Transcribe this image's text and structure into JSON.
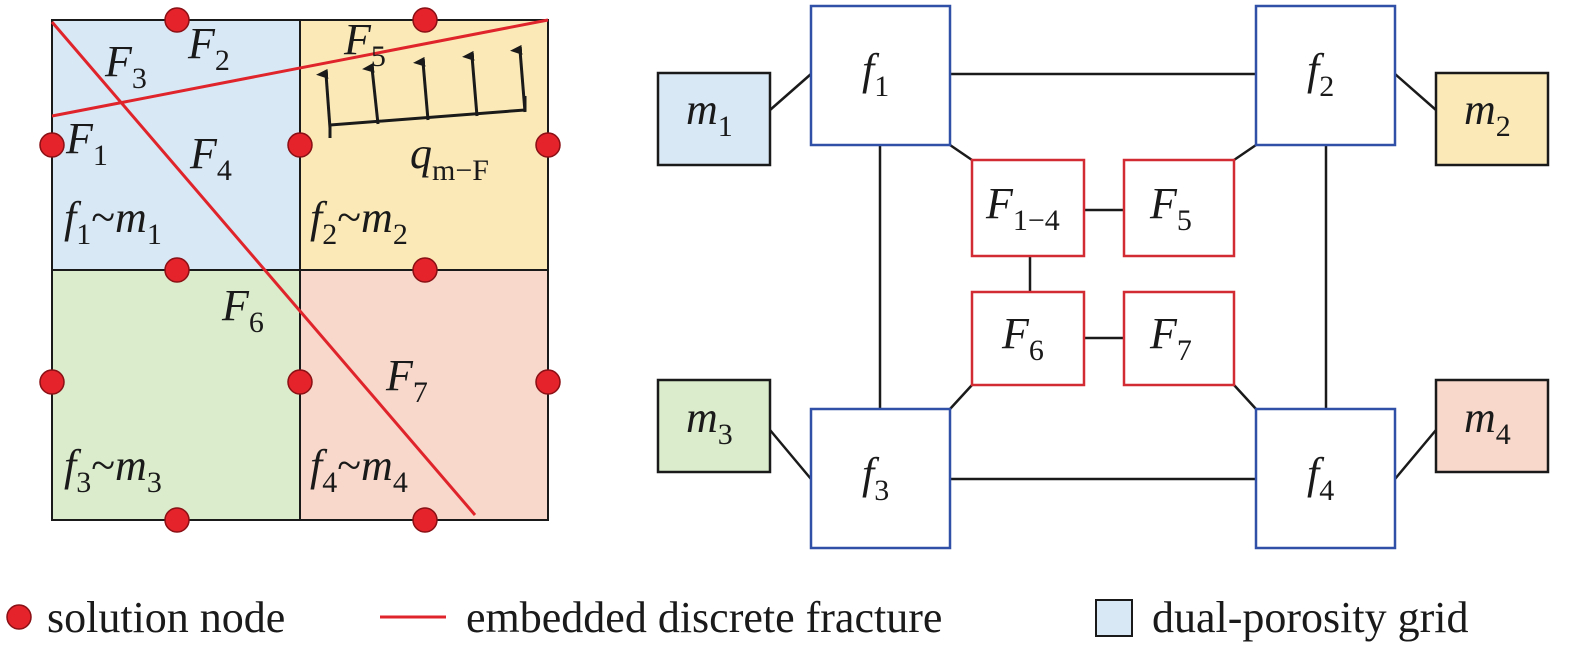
{
  "colors": {
    "cell_m1": "#d9e8f5",
    "cell_m2": "#fbeab8",
    "cell_m3": "#daeccb",
    "cell_m4": "#f7d8ca",
    "grid_line": "#1a1a1a",
    "fracture": "#e0242b",
    "node": "#e4232a",
    "fracture_box": "#d22b33",
    "matrix_fracture_box": "#3050a8"
  },
  "grid": {
    "cells": {
      "top_left": {
        "main": "f",
        "sub": "1",
        "sep": "~",
        "main2": "m",
        "sub2": "1"
      },
      "top_right": {
        "main": "f",
        "sub": "2",
        "sep": "~",
        "main2": "m",
        "sub2": "2"
      },
      "bottom_left": {
        "main": "f",
        "sub": "3",
        "sep": "~",
        "main2": "m",
        "sub2": "3"
      },
      "bottom_right": {
        "main": "f",
        "sub": "4",
        "sep": "~",
        "main2": "m",
        "sub2": "4"
      }
    },
    "fracture_labels": {
      "F1": {
        "main": "F",
        "sub": "1"
      },
      "F2": {
        "main": "F",
        "sub": "2"
      },
      "F3": {
        "main": "F",
        "sub": "3"
      },
      "F4": {
        "main": "F",
        "sub": "4"
      },
      "F5": {
        "main": "F",
        "sub": "5"
      },
      "F6": {
        "main": "F",
        "sub": "6"
      },
      "F7": {
        "main": "F",
        "sub": "7"
      }
    },
    "flux_label": {
      "main": "q",
      "sub": "m−F"
    }
  },
  "graph": {
    "matrix_nodes": {
      "m1": {
        "main": "m",
        "sub": "1"
      },
      "m2": {
        "main": "m",
        "sub": "2"
      },
      "m3": {
        "main": "m",
        "sub": "3"
      },
      "m4": {
        "main": "m",
        "sub": "4"
      }
    },
    "fracture_grid_nodes": {
      "f1": {
        "main": "f",
        "sub": "1"
      },
      "f2": {
        "main": "f",
        "sub": "2"
      },
      "f3": {
        "main": "f",
        "sub": "3"
      },
      "f4": {
        "main": "f",
        "sub": "4"
      }
    },
    "discrete_fracture_nodes": {
      "F1_4": {
        "main": "F",
        "sub": "1−4"
      },
      "F5": {
        "main": "F",
        "sub": "5"
      },
      "F6": {
        "main": "F",
        "sub": "6"
      },
      "F7": {
        "main": "F",
        "sub": "7"
      }
    }
  },
  "legend": {
    "solution_node": "solution node",
    "embedded_fracture": "embedded discrete fracture",
    "dual_porosity_grid": "dual-porosity grid"
  }
}
